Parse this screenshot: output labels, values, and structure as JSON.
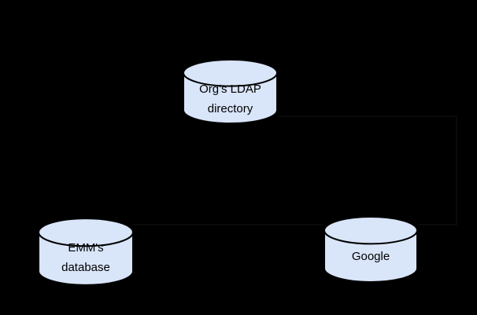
{
  "window": {
    "background": "#000000"
  },
  "diagram": {
    "type": "database-sync-diagram",
    "node_fill": "#d9e5f9",
    "node_stroke": "#000000",
    "connector_color": "#0a0a0a",
    "nodes": [
      {
        "id": "org-ldap-directory",
        "shape": "database-cylinder",
        "label_lines": [
          "Org's LDAP",
          "directory"
        ]
      },
      {
        "id": "emm-database",
        "shape": "database-cylinder",
        "label_lines": [
          "EMM's",
          "database"
        ]
      },
      {
        "id": "google",
        "shape": "database-cylinder",
        "label_lines": [
          "Google"
        ]
      }
    ]
  }
}
